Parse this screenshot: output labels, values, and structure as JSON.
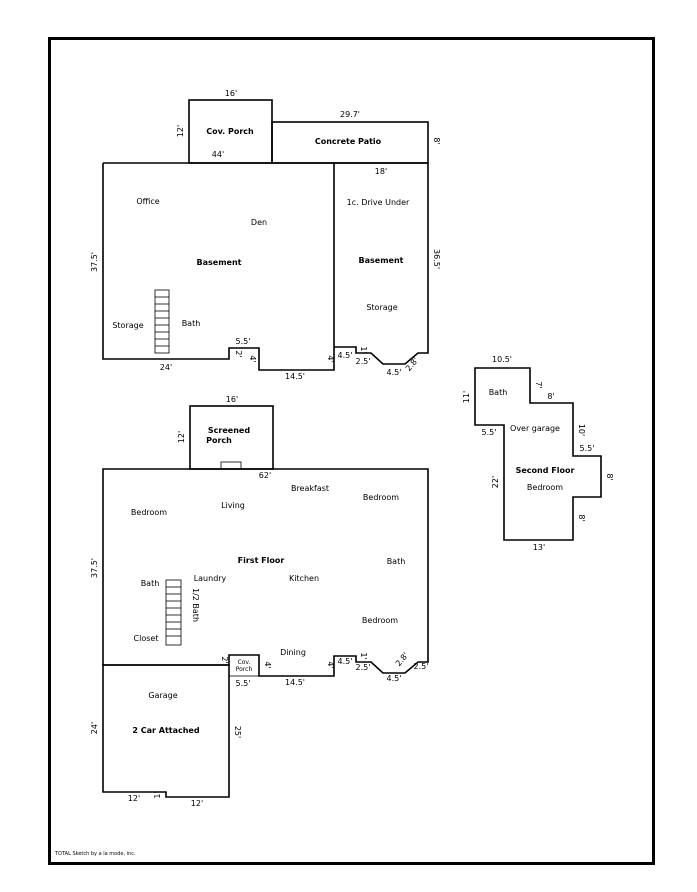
{
  "rooms": {
    "cov_porch_top": "Cov. Porch",
    "concrete_patio": "Concrete Patio",
    "office": "Office",
    "den": "Den",
    "basement_left": "Basement",
    "drive_under": "1c. Drive Under",
    "basement_right": "Basement",
    "storage_left": "Storage",
    "bath_basement": "Bath",
    "storage_right": "Storage",
    "screened_porch": "Screened Porch",
    "breakfast": "Breakfast",
    "bedroom_ne": "Bedroom",
    "bedroom_w": "Bedroom",
    "living": "Living",
    "first_floor": "First Floor",
    "bath_right": "Bath",
    "bath_left": "Bath",
    "laundry": "Laundry",
    "kitchen": "Kitchen",
    "half_bath": "1/2 Bath",
    "bedroom_se": "Bedroom",
    "closet": "Closet",
    "dining": "Dining",
    "cov_porch_small": "Cov. Porch",
    "garage": "Garage",
    "two_car": "2 Car Attached",
    "bath_upper": "Bath",
    "over_garage": "Over garage",
    "second_floor": "Second Floor",
    "bedroom_upper": "Bedroom"
  },
  "dimensions": {
    "porch_top_w": "16'",
    "porch_top_h": "12'",
    "patio_w": "29.7'",
    "patio_h": "8'",
    "porch_base": "44'",
    "patio_base": "18'",
    "basement_h": "37.5'",
    "drive_h": "36.5'",
    "base_24": "24'",
    "base_55": "5.5'",
    "base_2": "2'",
    "base_4a": "4'",
    "base_145": "14.5'",
    "base_4b": "4'",
    "base_45": "4.5'",
    "base_1": "1'",
    "base_25": "2.5'",
    "base_45b": "4.5'",
    "base_28": "2.8'",
    "screen_w": "16'",
    "screen_h": "12'",
    "first_top": "62'",
    "first_h": "37.5'",
    "first_2": "2'",
    "first_4a": "4'",
    "first_55": "5.5'",
    "first_145": "14.5'",
    "first_4b": "4'",
    "first_45": "4.5'",
    "first_1": "1'",
    "first_25a": "2.5'",
    "first_45b": "4.5'",
    "first_28": "2.8'",
    "first_25b": "2.5'",
    "garage_24": "24'",
    "garage_25": "25'",
    "garage_12a": "12'",
    "garage_1": "1'",
    "garage_12b": "12'",
    "sf_105": "10.5'",
    "sf_11": "11'",
    "sf_7": "7'",
    "sf_8a": "8'",
    "sf_55a": "5.5'",
    "sf_10": "10'",
    "sf_55b": "5.5'",
    "sf_8b": "8'",
    "sf_22": "22'",
    "sf_8c": "8'",
    "sf_13": "13'"
  },
  "footer": "TOTAL Sketch by a la mode, inc."
}
